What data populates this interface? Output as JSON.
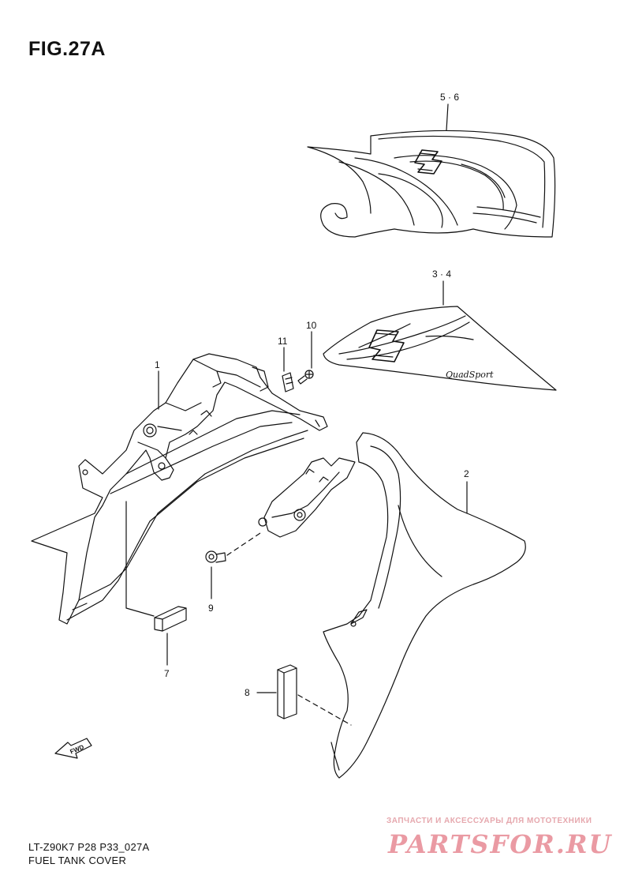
{
  "figure": {
    "title": "FIG.27A",
    "model_code": "LT-Z90K7  P28  P33_027A",
    "section_name": "FUEL TANK COVER"
  },
  "callouts": [
    {
      "id": "c1",
      "label": "1"
    },
    {
      "id": "c2",
      "label": "2"
    },
    {
      "id": "c3",
      "label": "3 · 4"
    },
    {
      "id": "c5",
      "label": "5 · 6"
    },
    {
      "id": "c7",
      "label": "7"
    },
    {
      "id": "c8",
      "label": "8"
    },
    {
      "id": "c9",
      "label": "9"
    },
    {
      "id": "c10",
      "label": "10"
    },
    {
      "id": "c11",
      "label": "11"
    }
  ],
  "decal_text": "QuadSport",
  "fwd_text": "FWD",
  "watermark": {
    "subtitle": "ЗАПЧАСТИ И АКСЕССУАРЫ ДЛЯ МОТОТЕХНИКИ",
    "brand": "PARTSFOR.RU"
  },
  "icons": [
    "fwd-arrow-icon"
  ],
  "colors": {
    "line": "#111111",
    "watermark": "#ea9aa3"
  }
}
